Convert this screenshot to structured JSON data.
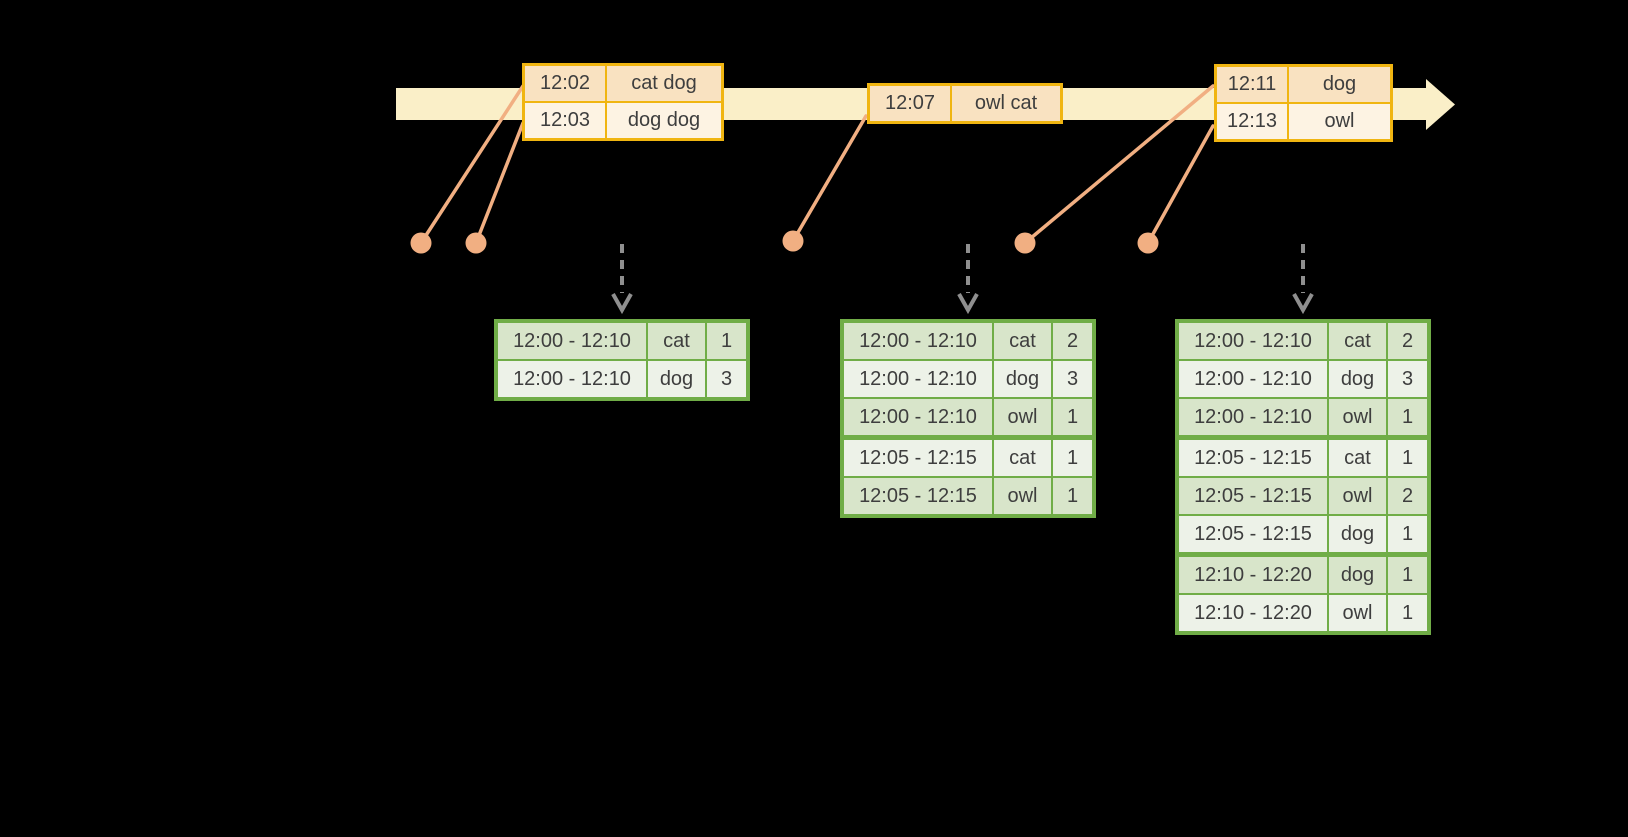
{
  "palette": {
    "background": "#000000",
    "timeline_band": "#FAEFC8",
    "event_table_border": "#F0B511",
    "event_row_peach": "#F9E2C1",
    "event_row_cream": "#FDF3E3",
    "event_dot_line": "#F1AF82",
    "trigger_arrow_gray": "#8F8F8F",
    "result_table_border": "#70AD47",
    "result_row_dark": "#D8E5CA",
    "result_row_light": "#EDF2E8",
    "text": "#3E3E3E"
  },
  "timeline": {
    "event_tables": [
      {
        "rows": [
          {
            "time": "12:02",
            "words": "cat dog",
            "tone": "peach"
          },
          {
            "time": "12:03",
            "words": "dog dog",
            "tone": "cream"
          }
        ]
      },
      {
        "rows": [
          {
            "time": "12:07",
            "words": "owl cat",
            "tone": "peach"
          }
        ]
      },
      {
        "rows": [
          {
            "time": "12:11",
            "words": "dog",
            "tone": "peach"
          },
          {
            "time": "12:13",
            "words": "owl",
            "tone": "cream"
          }
        ]
      }
    ]
  },
  "result_tables": [
    {
      "rows": [
        {
          "window": "12:00 - 12:10",
          "word": "cat",
          "count": "1",
          "tone": "dark"
        },
        {
          "window": "12:00 - 12:10",
          "word": "dog",
          "count": "3",
          "tone": "light"
        }
      ]
    },
    {
      "rows": [
        {
          "window": "12:00 - 12:10",
          "word": "cat",
          "count": "2",
          "tone": "dark"
        },
        {
          "window": "12:00 - 12:10",
          "word": "dog",
          "count": "3",
          "tone": "light"
        },
        {
          "window": "12:00 - 12:10",
          "word": "owl",
          "count": "1",
          "tone": "dark"
        },
        {
          "window": "12:05 - 12:15",
          "word": "cat",
          "count": "1",
          "tone": "light",
          "group_start": true
        },
        {
          "window": "12:05 - 12:15",
          "word": "owl",
          "count": "1",
          "tone": "dark"
        }
      ]
    },
    {
      "rows": [
        {
          "window": "12:00 - 12:10",
          "word": "cat",
          "count": "2",
          "tone": "dark"
        },
        {
          "window": "12:00 - 12:10",
          "word": "dog",
          "count": "3",
          "tone": "light"
        },
        {
          "window": "12:00 - 12:10",
          "word": "owl",
          "count": "1",
          "tone": "dark"
        },
        {
          "window": "12:05 - 12:15",
          "word": "cat",
          "count": "1",
          "tone": "light",
          "group_start": true
        },
        {
          "window": "12:05 - 12:15",
          "word": "owl",
          "count": "2",
          "tone": "dark"
        },
        {
          "window": "12:05 - 12:15",
          "word": "dog",
          "count": "1",
          "tone": "light"
        },
        {
          "window": "12:10 - 12:20",
          "word": "dog",
          "count": "1",
          "tone": "dark",
          "group_start": true
        },
        {
          "window": "12:10 - 12:20",
          "word": "owl",
          "count": "1",
          "tone": "light"
        }
      ]
    }
  ]
}
